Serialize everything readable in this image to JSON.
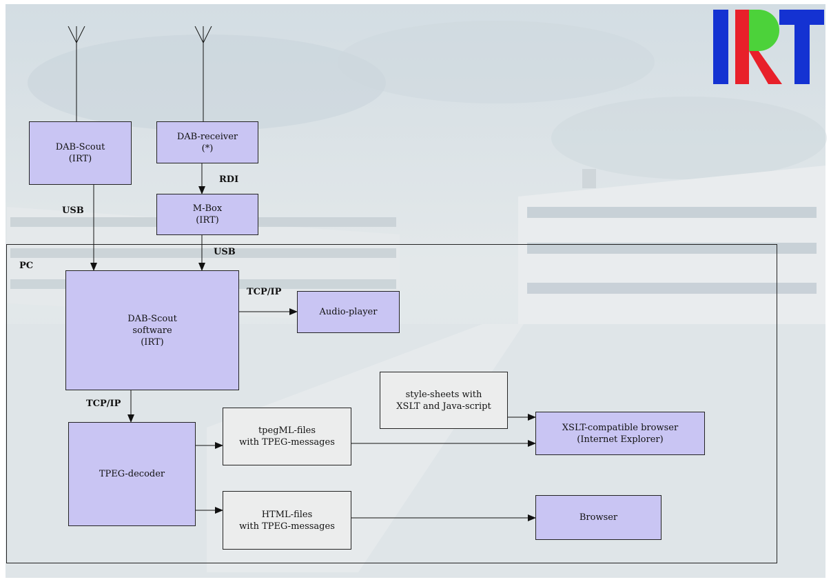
{
  "diagram": {
    "pc_label": "PC",
    "nodes": {
      "dab_scout": "DAB-Scout\n(IRT)",
      "dab_receiver": "DAB-receiver\n(*)",
      "m_box": "M-Box\n(IRT)",
      "dab_scout_software": "DAB-Scout\nsoftware\n(IRT)",
      "audio_player": "Audio-player",
      "tpeg_decoder": "TPEG-decoder",
      "tpegml_files": "tpegML-files\nwith TPEG-messages",
      "html_files": "HTML-files\nwith TPEG-messages",
      "style_sheets": "style-sheets with\nXSLT and Java-script",
      "xslt_browser": "XSLT-compatible browser\n(Internet Explorer)",
      "browser": "Browser"
    },
    "edges": {
      "usb_scout": "USB",
      "rdi": "RDI",
      "usb_mbox": "USB",
      "tcpip_audio": "TCP/IP",
      "tcpip_decoder": "TCP/IP"
    }
  },
  "logo": {
    "text": "IRT",
    "colors": {
      "blue": "#1432d2",
      "red": "#e8202a",
      "green": "#4cd23a"
    }
  },
  "colors": {
    "box_violet": "#c9c5f3",
    "box_grey": "#eceded",
    "background": "#dfe6ea"
  }
}
